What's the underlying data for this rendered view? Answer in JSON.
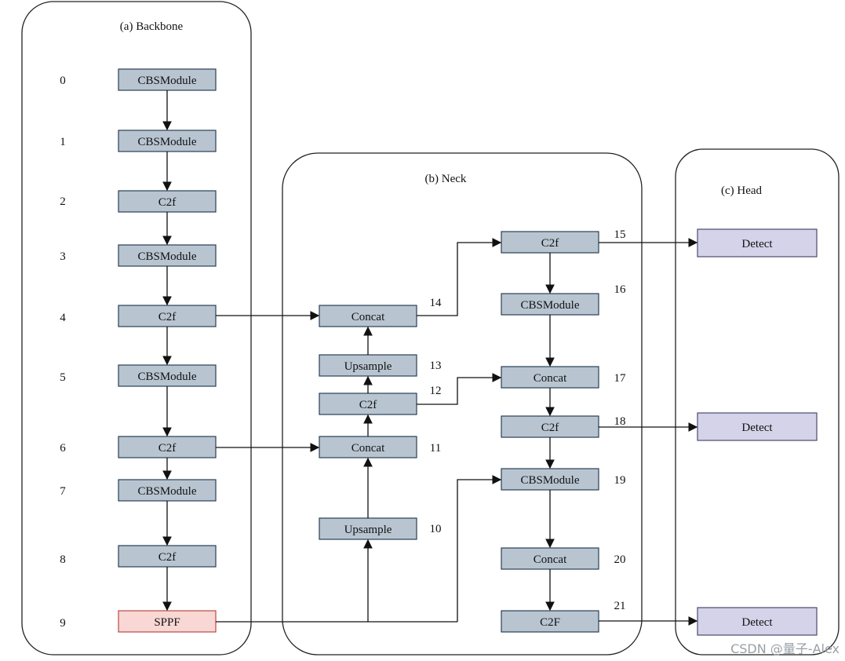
{
  "panels": {
    "backbone": "(a)  Backbone",
    "neck": "(b)  Neck",
    "head": "(c)  Head"
  },
  "backbone": {
    "layers": [
      {
        "index": "0",
        "module": "CBSModule"
      },
      {
        "index": "1",
        "module": "CBSModule"
      },
      {
        "index": "2",
        "module": "C2f"
      },
      {
        "index": "3",
        "module": "CBSModule"
      },
      {
        "index": "4",
        "module": "C2f"
      },
      {
        "index": "5",
        "module": "CBSModule"
      },
      {
        "index": "6",
        "module": "C2f"
      },
      {
        "index": "7",
        "module": "CBSModule"
      },
      {
        "index": "8",
        "module": "C2f"
      },
      {
        "index": "9",
        "module": "SPPF"
      }
    ]
  },
  "neck": {
    "layers": [
      {
        "index": "10",
        "module": "Upsample"
      },
      {
        "index": "11",
        "module": "Concat"
      },
      {
        "index": "12",
        "module": "C2f"
      },
      {
        "index": "13",
        "module": "Upsample"
      },
      {
        "index": "14",
        "module": "Concat"
      },
      {
        "index": "15",
        "module": "C2f"
      },
      {
        "index": "16",
        "module": "CBSModule"
      },
      {
        "index": "17",
        "module": "Concat"
      },
      {
        "index": "18",
        "module": "C2f"
      },
      {
        "index": "19",
        "module": "CBSModule"
      },
      {
        "index": "20",
        "module": "Concat"
      },
      {
        "index": "21",
        "module": "C2F"
      }
    ]
  },
  "head": {
    "detects": [
      "Detect",
      "Detect",
      "Detect"
    ]
  },
  "watermark": "CSDN @量子-Alex",
  "colors": {
    "module_fill": "#b8c5d1",
    "sppf_fill": "#f8d7d4",
    "detect_fill": "#d5d3e9"
  }
}
